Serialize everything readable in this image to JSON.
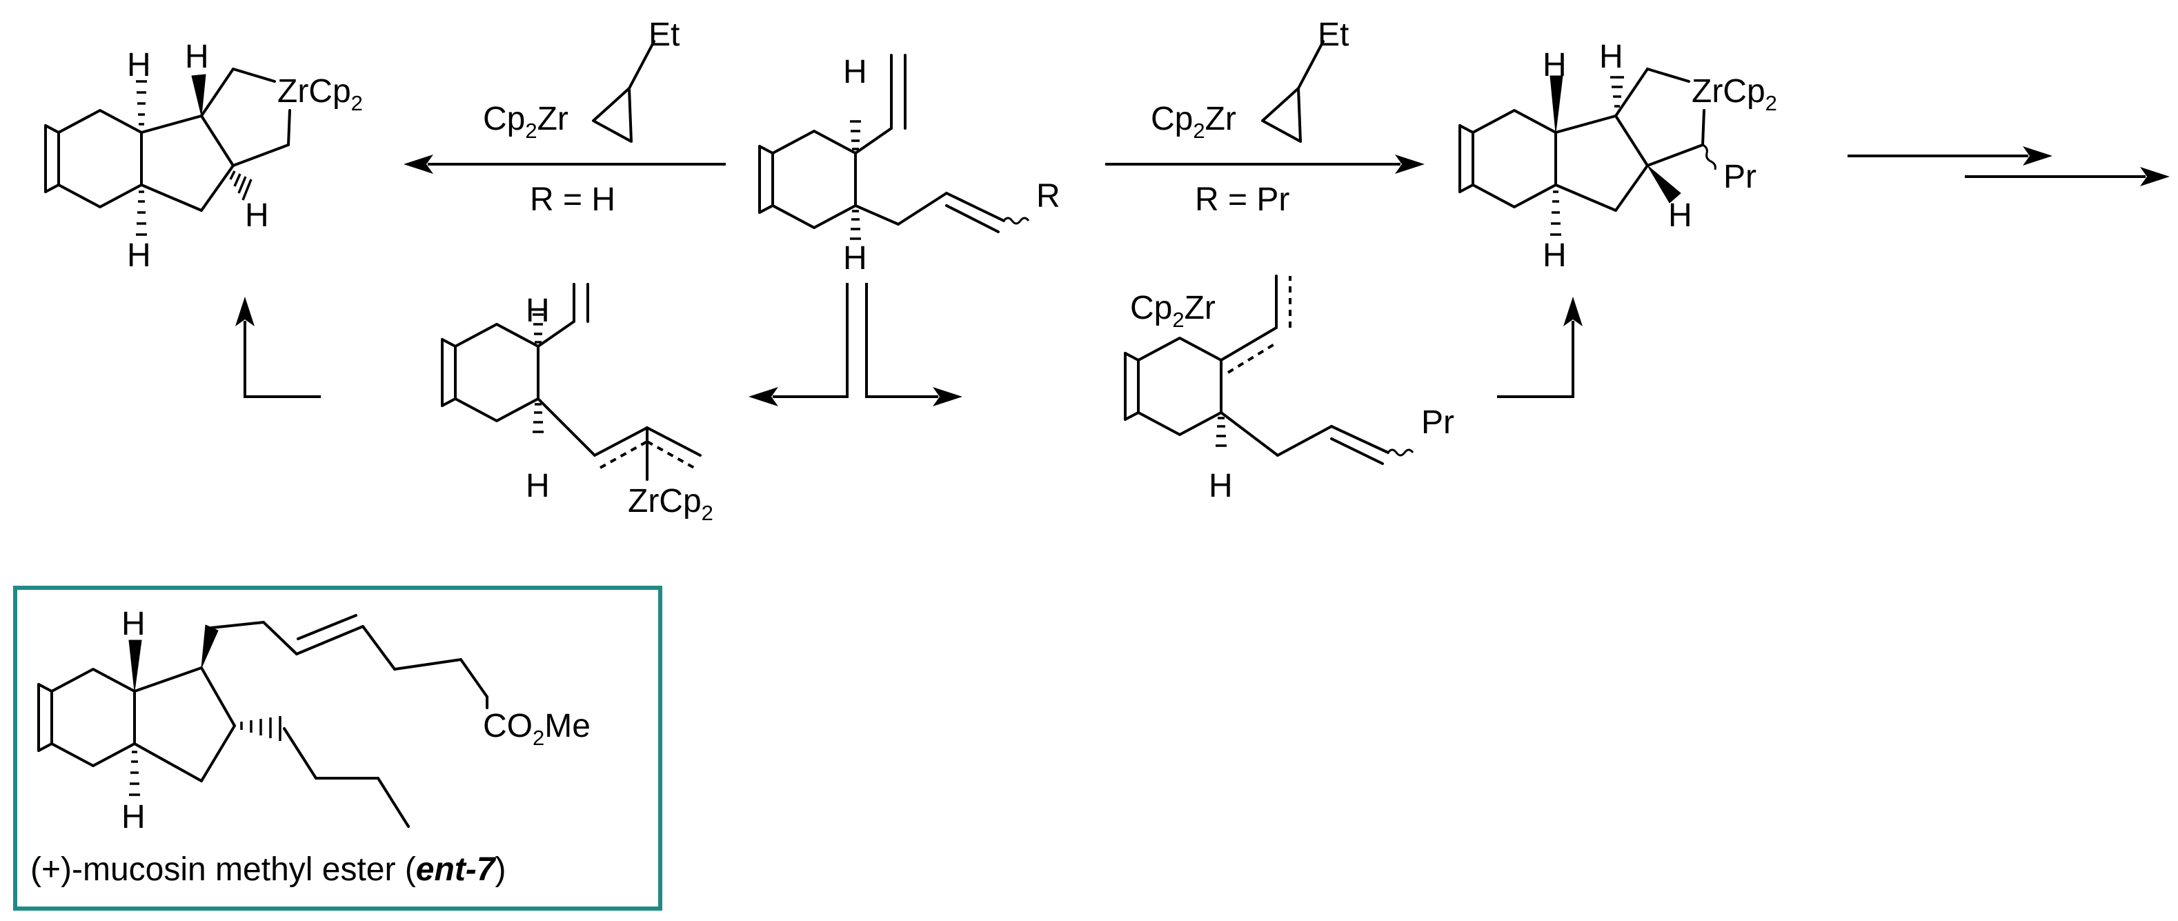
{
  "reagents": {
    "zirconocene": "Cp2Zr",
    "ethyl": "Et"
  },
  "conditions": {
    "left_arrow": "R = H",
    "right_arrow": "R = Pr"
  },
  "substituents": {
    "r": "R",
    "pr": "Pr",
    "zrcp2": "ZrCp2",
    "h": "H"
  },
  "target_box": {
    "ester": "CO2Me",
    "caption_prefix": "(+)-mucosin methyl ester (",
    "caption_label": "ent-7",
    "caption_suffix": ")",
    "border_color": "#1f8a86"
  }
}
